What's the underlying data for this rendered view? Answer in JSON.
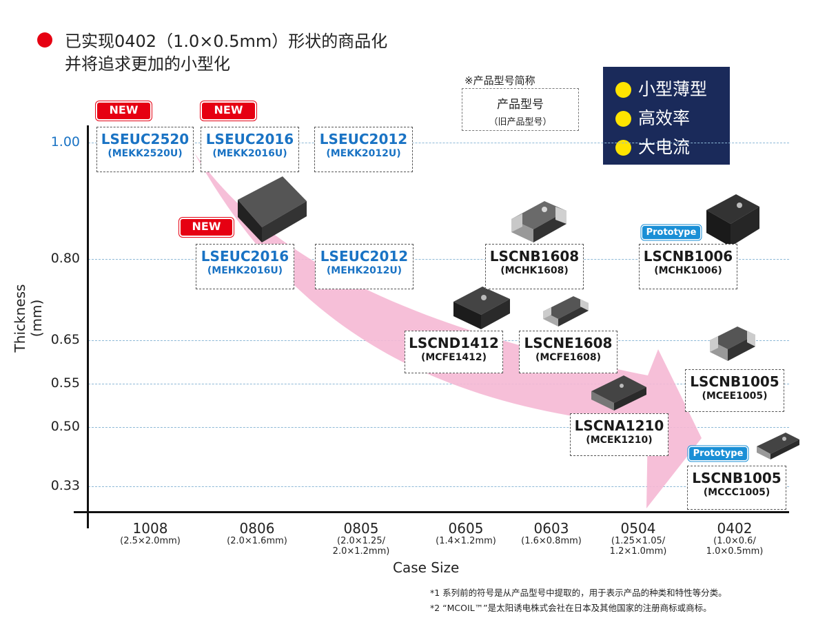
{
  "headline": {
    "line1": "已实现0402（1.0×0.5mm）形状的商品化",
    "line2": "并将追求更加的小型化"
  },
  "legend": {
    "note": "※产品型号简称",
    "product_no": "产品型号",
    "old_no": "（旧产品型号）"
  },
  "features": [
    "小型薄型",
    "高效率",
    "大电流"
  ],
  "colors": {
    "accent_red": "#e60012",
    "blue_text": "#1a73c4",
    "navy_box": "#1a2a5a",
    "yellow_dot": "#ffe400",
    "arrow_pink": "#f5b8d4",
    "prototype_blue": "#1a8fd6"
  },
  "badges": {
    "new": "NEW",
    "prototype": "Prototype"
  },
  "notes": {
    "n1": "*1  系列前的符号是从产品型号中提取的，用于表示产品的种类和特性等分类。",
    "n2": "*2 “MCOIL™”是太阳诱电株式会社在日本及其他国家的注册商标或商标。"
  },
  "chart_data": {
    "type": "scatter",
    "xlabel": "Case Size",
    "ylabel": "Thickness (mm)",
    "y_ticks": [
      "1.00",
      "0.80",
      "0.65",
      "0.55",
      "0.50",
      "0.33"
    ],
    "categories": [
      {
        "code": "1008",
        "dim": "(2.5×2.0mm)"
      },
      {
        "code": "0806",
        "dim": "(2.0×1.6mm)"
      },
      {
        "code": "0805",
        "dim": "(2.0×1.25/\n2.0×1.2mm)"
      },
      {
        "code": "0605",
        "dim": "(1.4×1.2mm)"
      },
      {
        "code": "0603",
        "dim": "(1.6×0.8mm)"
      },
      {
        "code": "0504",
        "dim": "(1.25×1.05/\n1.2×1.0mm)"
      },
      {
        "code": "0402",
        "dim": "(1.0×0.6/\n1.0×0.5mm)"
      }
    ],
    "products": [
      {
        "name": "LSEUC2520",
        "old": "(MEKK2520U)",
        "case": "1008",
        "thickness": 1.0,
        "badge": "NEW"
      },
      {
        "name": "LSEUC2016",
        "old": "(MEKK2016U)",
        "case": "0806",
        "thickness": 1.0,
        "badge": "NEW"
      },
      {
        "name": "LSEUC2012",
        "old": "(MEKK2012U)",
        "case": "0805",
        "thickness": 1.0,
        "badge": ""
      },
      {
        "name": "LSEUC2016",
        "old": "(MEHK2016U)",
        "case": "0806",
        "thickness": 0.8,
        "badge": "NEW"
      },
      {
        "name": "LSEUC2012",
        "old": "(MEHK2012U)",
        "case": "0805",
        "thickness": 0.8,
        "badge": ""
      },
      {
        "name": "LSCNB1608",
        "old": "(MCHK1608)",
        "case": "0603",
        "thickness": 0.8,
        "badge": ""
      },
      {
        "name": "LSCNB1006",
        "old": "(MCHK1006)",
        "case": "0402",
        "thickness": 0.8,
        "badge": "Prototype"
      },
      {
        "name": "LSCND1412",
        "old": "(MCFE1412)",
        "case": "0605",
        "thickness": 0.65,
        "badge": ""
      },
      {
        "name": "LSCNE1608",
        "old": "(MCFE1608)",
        "case": "0603",
        "thickness": 0.65,
        "badge": ""
      },
      {
        "name": "LSCNB1005",
        "old": "(MCEE1005)",
        "case": "0402",
        "thickness": 0.55,
        "badge": ""
      },
      {
        "name": "LSCNA1210",
        "old": "(MCEK1210)",
        "case": "0504",
        "thickness": 0.5,
        "badge": ""
      },
      {
        "name": "LSCNB1005",
        "old": "(MCCC1005)",
        "case": "0402",
        "thickness": 0.33,
        "badge": "Prototype"
      }
    ]
  }
}
